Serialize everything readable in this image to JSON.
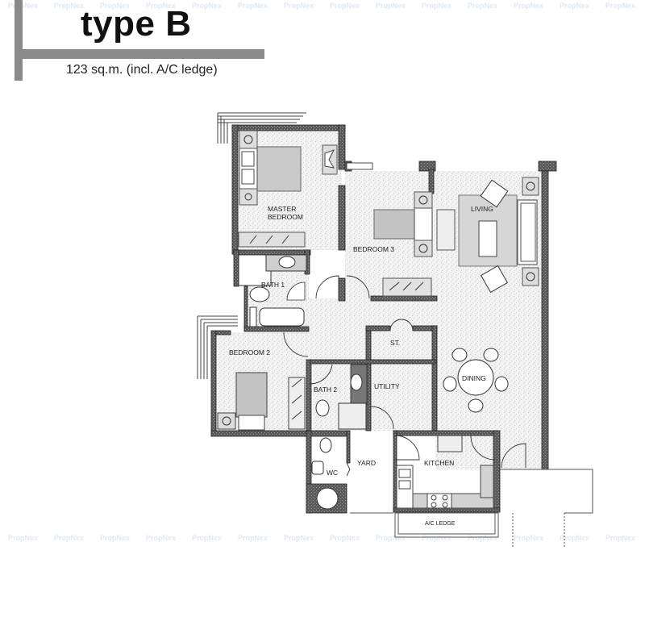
{
  "header": {
    "title": "type B",
    "area": "123 sq.m. (incl. A/C ledge)"
  },
  "watermark": {
    "text": "PropNex",
    "repeat_count": 14
  },
  "rooms": {
    "master_bedroom": "MASTER\nBEDROOM",
    "master_bedroom_line1": "MASTER",
    "master_bedroom_line2": "BEDROOM",
    "bedroom3": "BEDROOM 3",
    "living": "LIVING",
    "bath1": "BATH 1",
    "bedroom2": "BEDROOM 2",
    "store": "ST.",
    "bath2": "BATH 2",
    "utility": "UTILITY",
    "dining": "DINING",
    "wc": "WC",
    "yard": "YARD",
    "kitchen": "KITCHEN",
    "ac_ledge": "A/C LEDGE"
  },
  "colors": {
    "wall": "#3a3a3a",
    "header_bar": "#8a8a8a",
    "floor_tint": "#f1f1f1",
    "furniture_fill": "#cfcfcf",
    "watermark": "#dfe9f3"
  }
}
